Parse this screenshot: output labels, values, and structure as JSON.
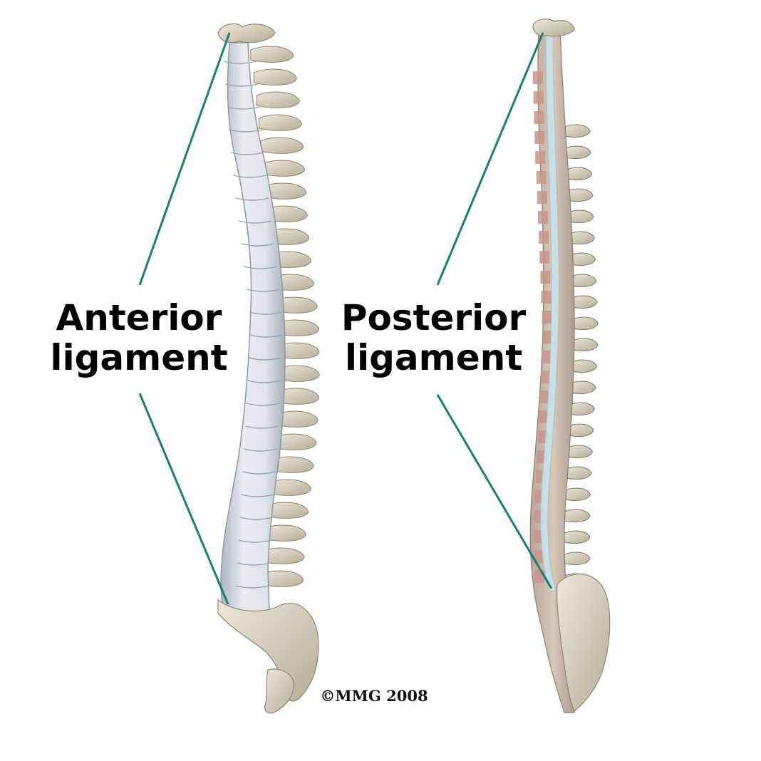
{
  "labels": {
    "anterior": {
      "line1": "Anterior",
      "line2": "ligament"
    },
    "posterior": {
      "line1": "Posterior",
      "line2": "ligament"
    }
  },
  "copyright": "©MMG 2008",
  "colors": {
    "leader_line": "#1a7f74",
    "bone": "#ddd7c6",
    "bone_shadow": "#9e9784",
    "anterior_ligament": "#d4dbe2",
    "posterior_ligament": "#c9e2ea",
    "muscle_stripe": "#c8968a"
  },
  "figures": [
    {
      "name": "anterior-spine-figure"
    },
    {
      "name": "posterior-spine-figure"
    }
  ]
}
